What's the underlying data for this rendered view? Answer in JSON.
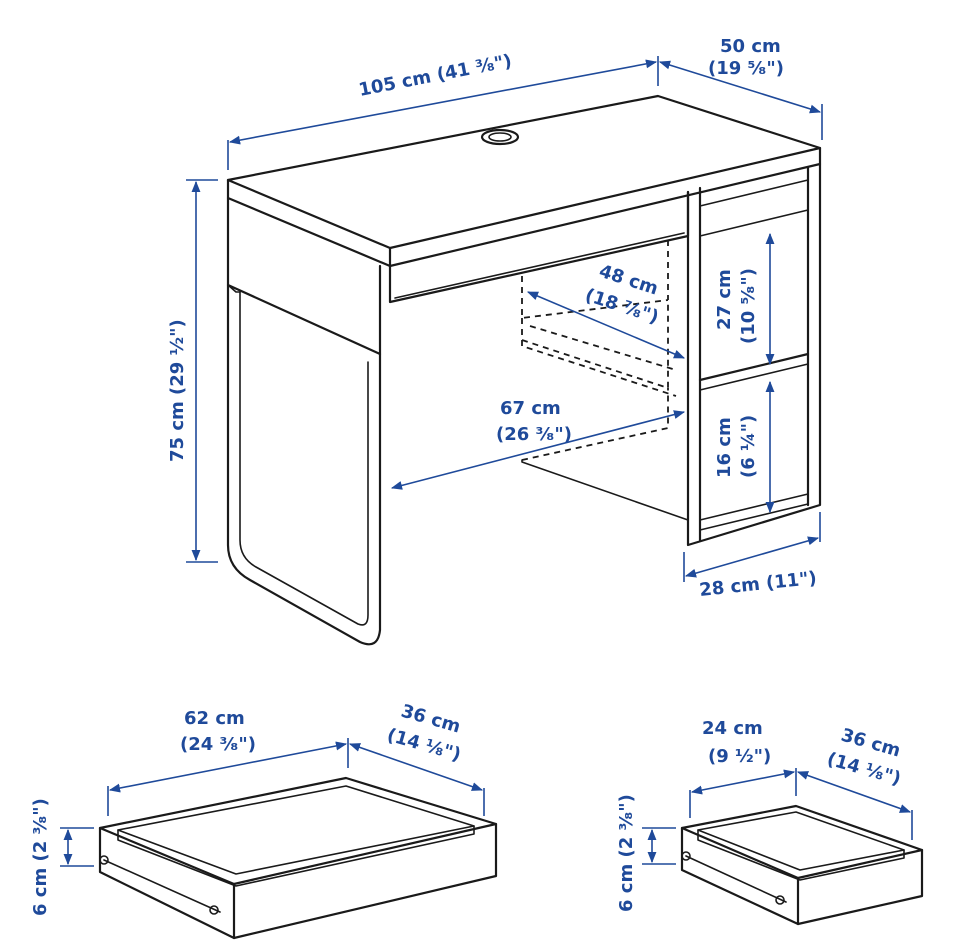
{
  "colors": {
    "dimension": "#1f4a9a",
    "line": "#1a1a1a"
  },
  "desk": {
    "width": "105 cm (41 ³⁄₈\")",
    "depth_cm": "50 cm",
    "depth_in": "(19 ⁵⁄₈\")",
    "height": "75 cm (29 ½\")",
    "inner_width_cm": "67 cm",
    "inner_width_in": "(26 ³⁄₈\")",
    "inner_depth_cm": "48 cm",
    "inner_depth_in": "(18 ⁷⁄₈\")",
    "upper_shelf_cm": "27 cm",
    "upper_shelf_in": "(10 ⁵⁄₈\")",
    "lower_shelf_cm": "16 cm",
    "lower_shelf_in": "(6 ¼\")",
    "cabinet_width": "28 cm (11\")"
  },
  "large_drawer": {
    "width_cm": "62 cm",
    "width_in": "(24 ³⁄₈\")",
    "depth_cm": "36 cm",
    "depth_in": "(14 ⅛\")",
    "height": "6 cm (2 ³⁄₈\")"
  },
  "small_drawer": {
    "width_cm": "24 cm",
    "width_in": "(9 ½\")",
    "depth_cm": "36 cm",
    "depth_in": "(14 ⅛\")",
    "height": "6 cm (2 ³⁄₈\")"
  }
}
